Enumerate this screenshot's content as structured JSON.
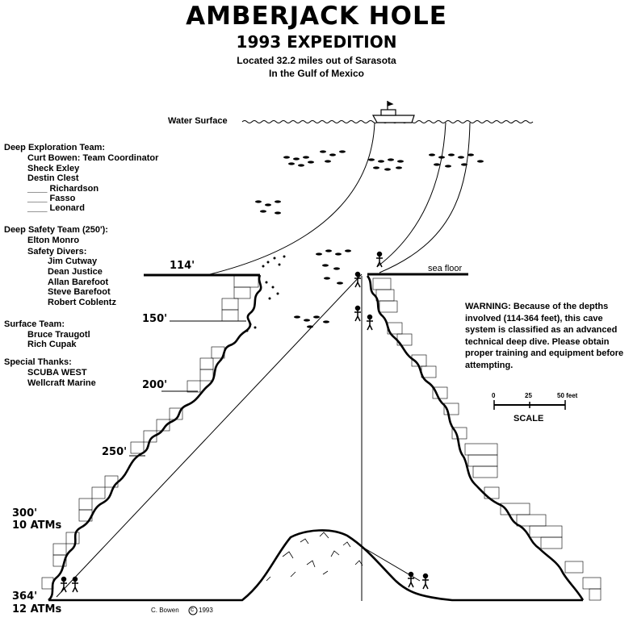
{
  "title": "AMBERJACK HOLE",
  "subtitle": "1993 EXPEDITION",
  "location": [
    "Located 32.2 miles out of Sarasota",
    "In the Gulf of Mexico"
  ],
  "labels": {
    "water_surface": "Water Surface",
    "sea_floor": "sea floor",
    "credit": "C. Bowen",
    "credit_year": "1993",
    "copyright_symbol": "c"
  },
  "depths": [
    "114'",
    "150'",
    "200'",
    "250'",
    "300'",
    "10 ATMs",
    "364'",
    "12 ATMs"
  ],
  "teams": {
    "deep_exploration": {
      "heading": "Deep Exploration Team:",
      "members": [
        "Curt Bowen: Team Coordinator",
        "Sheck Exley",
        "Destin Clest",
        "____ Richardson",
        "____ Fasso",
        "____ Leonard"
      ]
    },
    "deep_safety": {
      "heading": "Deep Safety Team (250'):",
      "lead": "Elton Monro",
      "subheading": "Safety Divers:",
      "members": [
        "Jim Cutway",
        "Dean Justice",
        "Allan Barefoot",
        "Steve Barefoot",
        "Robert Coblentz"
      ]
    },
    "surface": {
      "heading": "Surface Team:",
      "members": [
        "Bruce Traugotl",
        "Rich Cupak"
      ]
    },
    "thanks": {
      "heading": "Special Thanks:",
      "members": [
        "SCUBA WEST",
        "Wellcraft Marine"
      ]
    }
  },
  "warning": "WARNING: Because of the depths involved (114-364 feet), this cave system is classified as an advanced technical deep dive. Please obtain proper training and equipment before attempting.",
  "scale": {
    "ticks": [
      "0",
      "25",
      "50 feet"
    ],
    "label": "SCALE"
  }
}
